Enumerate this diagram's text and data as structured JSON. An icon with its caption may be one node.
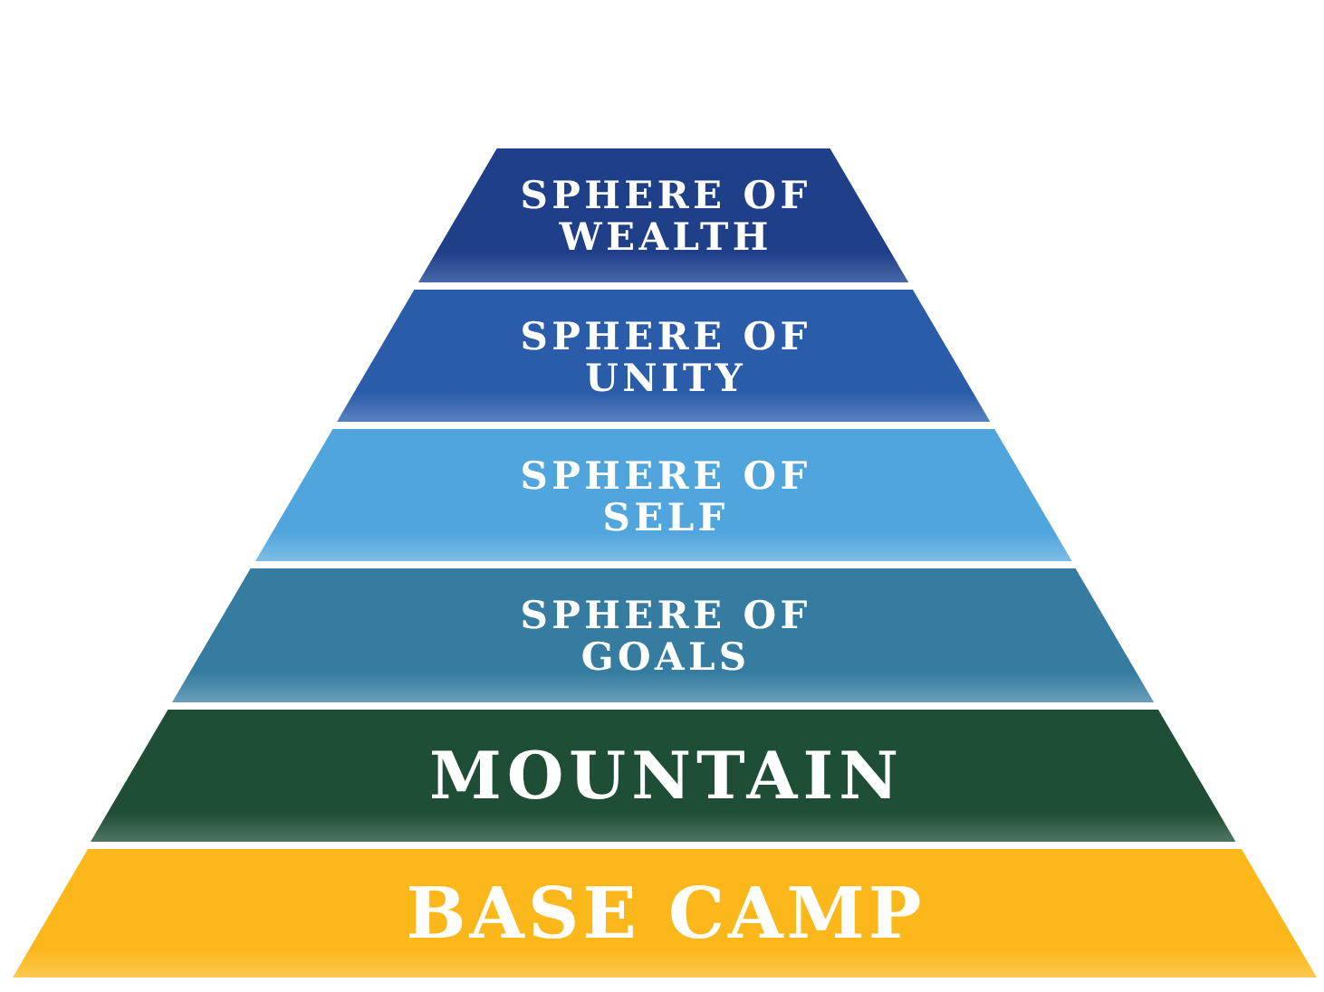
{
  "diagram": {
    "nodes": [
      {
        "text": [
          "SPHERE OF WEALTH"
        ]
      },
      {
        "text": [
          "SPHERE OF UNITY"
        ]
      },
      {
        "text": [
          "SPHERE OF SELF"
        ]
      },
      {
        "text": [
          "SPHERE OF GOALS"
        ]
      },
      {
        "text": [
          "MOUNTAIN"
        ]
      },
      {
        "text": [
          "BASE CAMP"
        ]
      }
    ]
  }
}
